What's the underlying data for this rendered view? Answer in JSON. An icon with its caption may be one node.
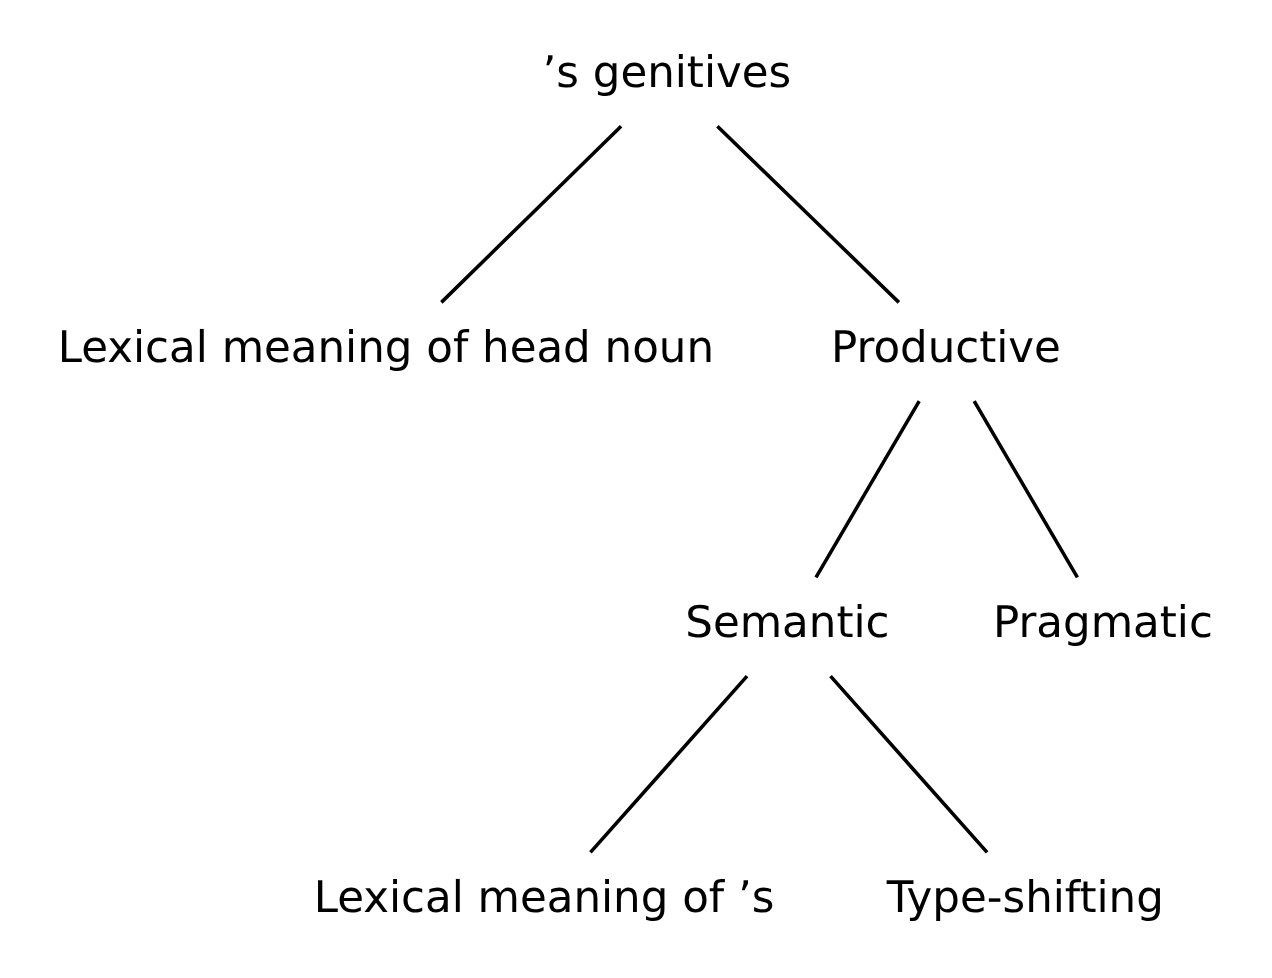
{
  "diagram": {
    "nodes": [
      {
        "text": [
          "’s genitives"
        ]
      },
      {
        "text": [
          "Lexical meaning of head noun"
        ]
      },
      {
        "text": [
          "Productive"
        ]
      },
      {
        "text": [
          "Semantic"
        ]
      },
      {
        "text": [
          "Pragmatic"
        ]
      },
      {
        "text": [
          "Lexical meaning of ’s"
        ]
      },
      {
        "text": [
          "Type-shifting"
        ]
      }
    ],
    "edges": [
      {
        "from": 0,
        "to": 1,
        "arrow": "none"
      },
      {
        "from": 0,
        "to": 2,
        "arrow": "none"
      },
      {
        "from": 2,
        "to": 3,
        "arrow": "none"
      },
      {
        "from": 2,
        "to": 4,
        "arrow": "none"
      },
      {
        "from": 3,
        "to": 5,
        "arrow": "none"
      },
      {
        "from": 3,
        "to": 6,
        "arrow": "none"
      }
    ]
  }
}
